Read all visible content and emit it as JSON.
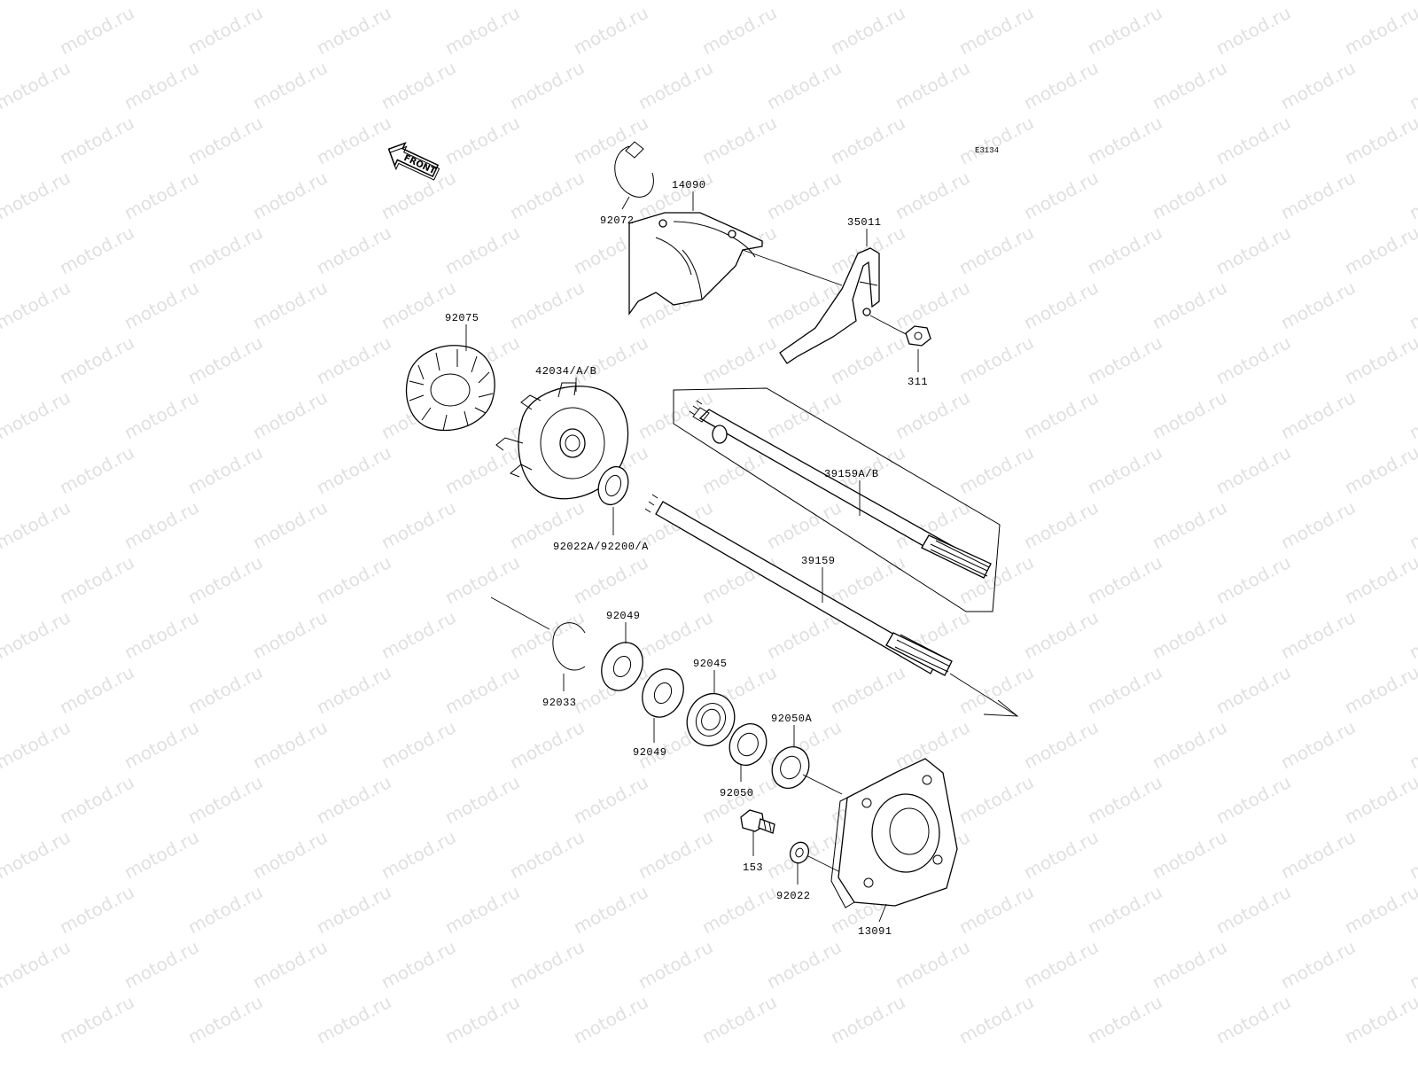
{
  "diagram": {
    "code": "E3134",
    "front_label": "FRONT",
    "watermark": "motod.ru",
    "parts": [
      {
        "id": "92072"
      },
      {
        "id": "14090"
      },
      {
        "id": "35011"
      },
      {
        "id": "92075"
      },
      {
        "id": "311"
      },
      {
        "id": "42034/A/B"
      },
      {
        "id": "39159A/B"
      },
      {
        "id": "92022A/92200/A"
      },
      {
        "id": "39159"
      },
      {
        "id": "92049"
      },
      {
        "id": "92033"
      },
      {
        "id": "92045"
      },
      {
        "id": "92049"
      },
      {
        "id": "92050A"
      },
      {
        "id": "92050"
      },
      {
        "id": "153"
      },
      {
        "id": "92022"
      },
      {
        "id": "13091"
      }
    ]
  }
}
